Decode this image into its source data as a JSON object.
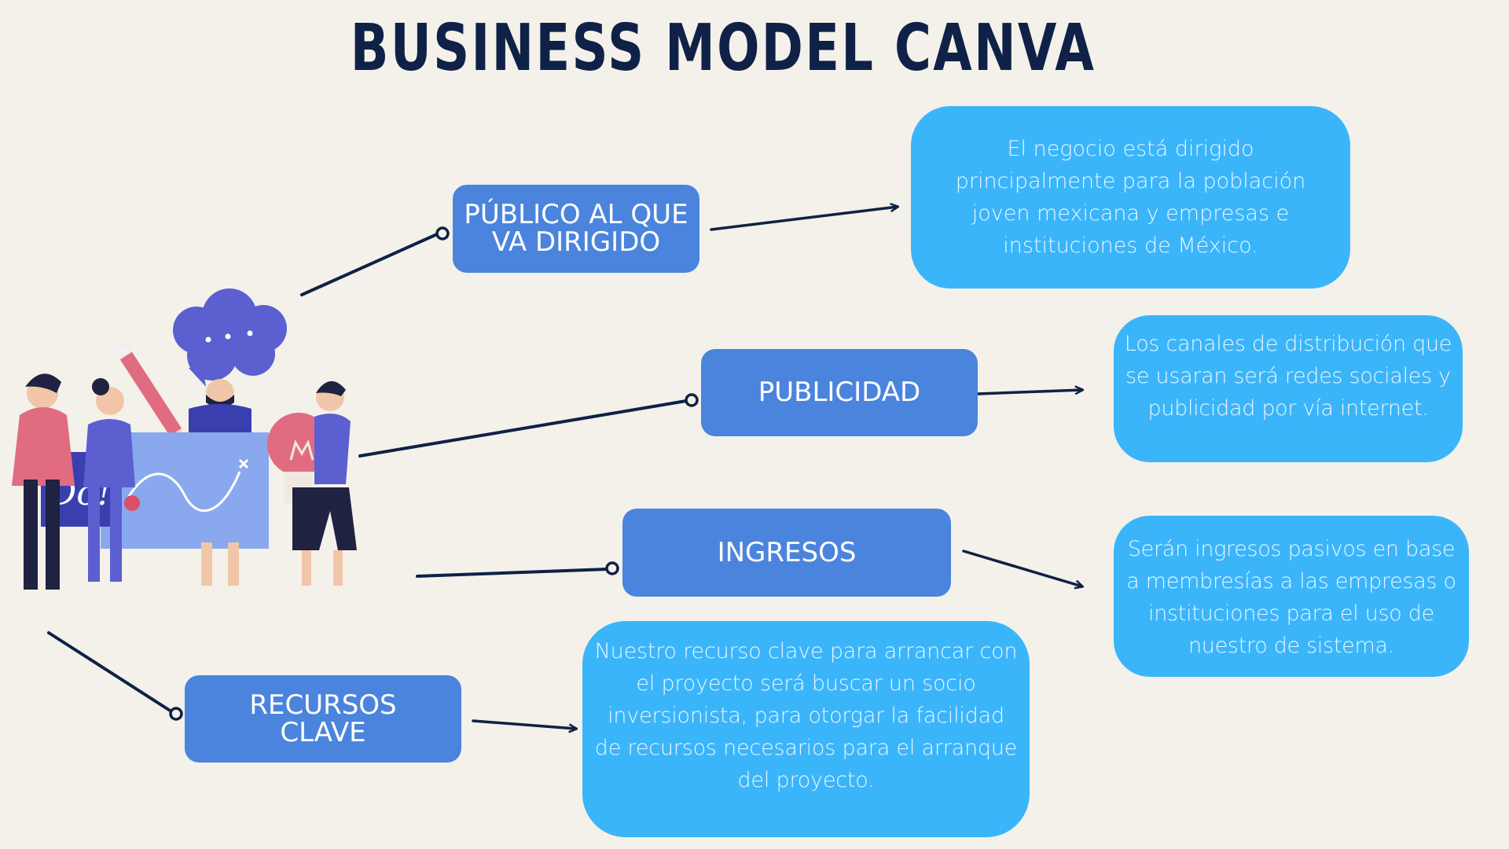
{
  "title": "BUSINESS MODEL CANVA",
  "nodes": {
    "publico": {
      "label": "PÚBLICO AL QUE VA DIRIGIDO",
      "description": "El negocio está dirigido principalmente para la población joven mexicana y empresas e instituciones de México."
    },
    "publicidad": {
      "label": "PUBLICIDAD",
      "description": "Los canales de distribución que se usaran será redes sociales y publicidad por vía internet."
    },
    "ingresos": {
      "label": "INGRESOS",
      "description": "Serán ingresos pasivos en base a membresías a las empresas o instituciones para el uso de nuestro de sistema."
    },
    "recursos": {
      "label": "RECURSOS CLAVE",
      "description": "Nuestro recurso clave para arrancar con el proyecto será buscar un socio inversionista, para otorgar la facilidad de recursos necesarios para el arranque del proyecto."
    }
  },
  "illustration": {
    "sign_text": "Do!",
    "icons": [
      "people-group-icon",
      "speech-cloud-icon",
      "pencil-icon",
      "lightbulb-icon",
      "whiteboard-icon"
    ]
  },
  "colors": {
    "background": "#f3f1e9",
    "title": "#0f2146",
    "label_box": "#4b84dd",
    "description_box": "#3bb5fa",
    "connector": "#0f2146"
  }
}
